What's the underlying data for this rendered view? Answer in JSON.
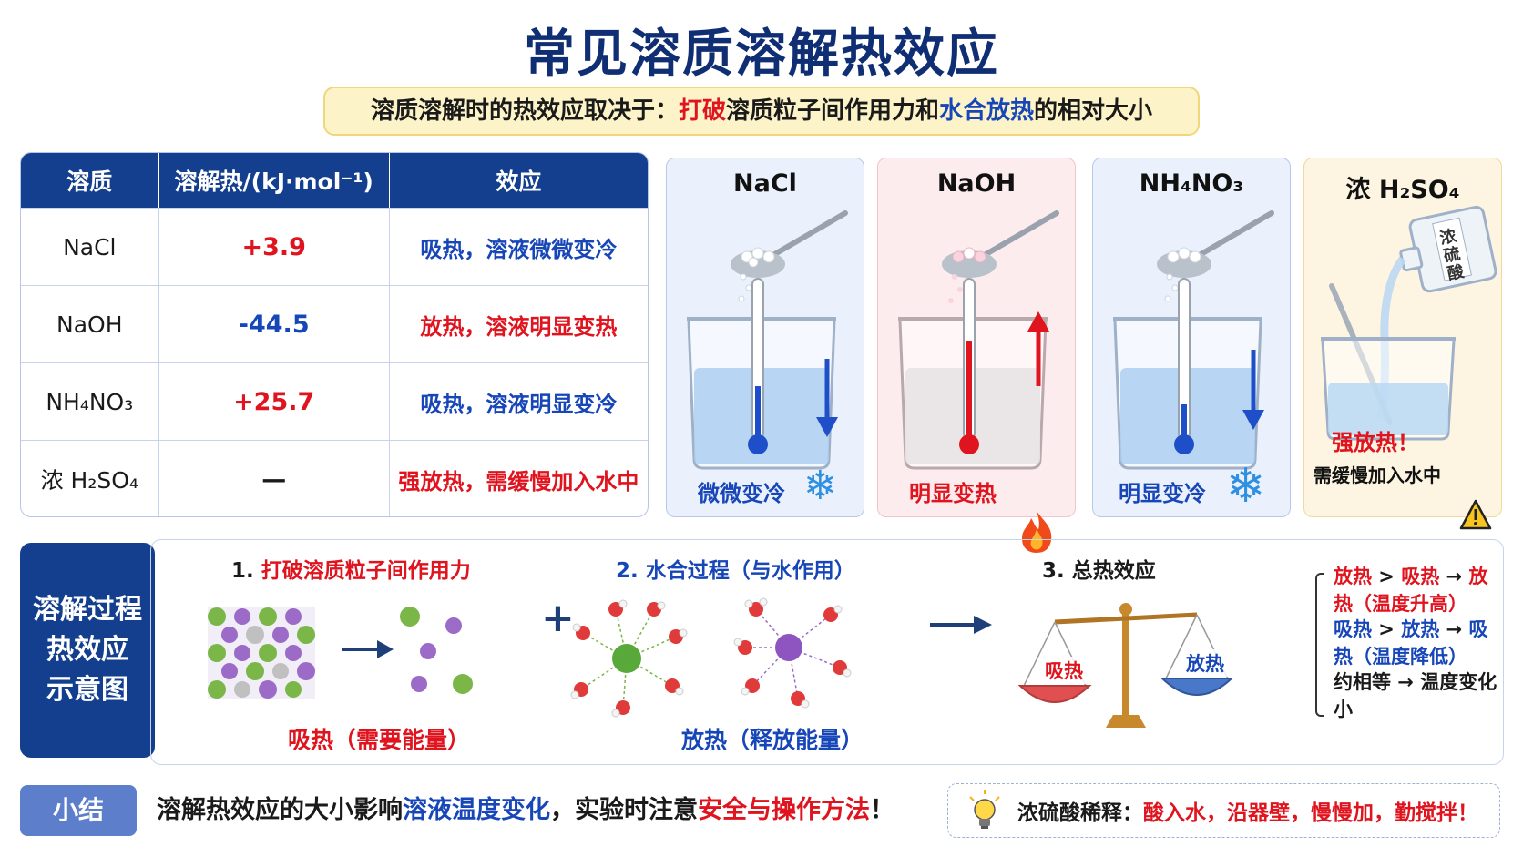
{
  "title": "常见溶质溶解热效应",
  "subtitle": {
    "pre": "溶质溶解时的热效应取决于：",
    "red": "打破",
    "mid": "溶质粒子间作用力和",
    "blue": "水合放热",
    "post": "的相对大小"
  },
  "table": {
    "headers": [
      "溶质",
      "溶解热/(kJ·mol⁻¹)",
      "效应"
    ],
    "rows": [
      {
        "solute": "NaCl",
        "heat": "+3.9",
        "effect": "吸热，溶液微微变冷"
      },
      {
        "solute": "NaOH",
        "heat": "-44.5",
        "effect": "放热，溶液明显变热"
      },
      {
        "solute": "NH₄NO₃",
        "heat": "+25.7",
        "effect": "吸热，溶液明显变冷"
      },
      {
        "solute": "浓 H₂SO₄",
        "heat": "—",
        "effect": "强放热，需缓慢加入水中"
      }
    ]
  },
  "cards": [
    {
      "name": "NaCl",
      "label": "微微变冷"
    },
    {
      "name": "NaOH",
      "label": "明显变热"
    },
    {
      "name": "NH₄NO₃",
      "label": "明显变冷"
    },
    {
      "name": "浓 H₂SO₄",
      "label1": "强放热！",
      "label2": "需缓慢加入水中",
      "bottle_text": "浓硫酸"
    }
  ],
  "process": {
    "tag": [
      "溶解过程",
      "热效应",
      "示意图"
    ],
    "step1": {
      "num": "1. ",
      "title": "打破溶质粒子间作用力",
      "caption": "吸热（需要能量）"
    },
    "plus": "+",
    "step2": {
      "title": "2. 水合过程（与水作用）",
      "caption": "放热（释放能量）"
    },
    "step3": {
      "title": "3. 总热效应",
      "left_pan": "吸热",
      "right_pan": "放热"
    },
    "results": [
      {
        "a": "放热",
        "op": " > ",
        "b": "吸热",
        "arrow": " → ",
        "res": "放热（温度升高）"
      },
      {
        "a": "吸热",
        "op": " > ",
        "b": "放热",
        "arrow": " → ",
        "res": "吸热（温度降低）"
      },
      {
        "text": "约相等 → 温度变化小"
      }
    ]
  },
  "summary": {
    "tag": "小结",
    "pre": "溶解热效应的大小影响",
    "blue": "溶液温度变化",
    "mid": "，实验时注意",
    "red": "安全与操作方法",
    "post": "！",
    "tip_label": "浓硫酸稀释：",
    "tip_red": "酸入水，沿器壁，慢慢加，勤搅拌！"
  },
  "colors": {
    "navy": "#102e73",
    "red": "#e0141e",
    "blue": "#1746b8",
    "header": "#133f8e"
  }
}
